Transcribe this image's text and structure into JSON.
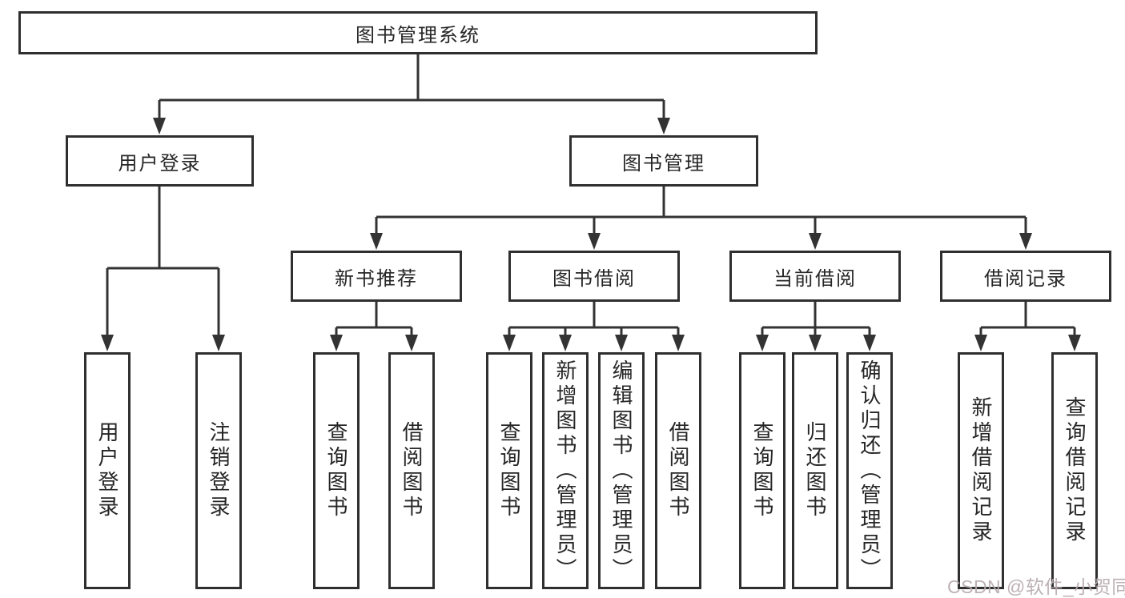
{
  "diagram": {
    "title_node": "figure-tree",
    "root": {
      "label": "图书管理系统"
    },
    "level2": [
      {
        "label": "用户登录"
      },
      {
        "label": "图书管理"
      }
    ],
    "level3": [
      {
        "label": "新书推荐"
      },
      {
        "label": "图书借阅"
      },
      {
        "label": "当前借阅"
      },
      {
        "label": "借阅记录"
      }
    ],
    "leaves": {
      "user_login": [
        "用户登录",
        "注销登录"
      ],
      "new_books": [
        "查询图书",
        "借阅图书"
      ],
      "book_borrow": [
        "查询图书",
        "新增图书（管理员）",
        "编辑图书（管理员）",
        "借阅图书"
      ],
      "current_borrow": [
        "查询图书",
        "归还图书",
        "确认归还（管理员）"
      ],
      "borrow_records": [
        "新增借阅记录",
        "查询借阅记录"
      ]
    }
  },
  "watermark": {
    "text": "CSDN @软件_小贺同学"
  },
  "colors": {
    "line": "#333333",
    "box_border": "#2f2f2f",
    "text": "#262626",
    "background": "#ffffff",
    "watermark": "#b7aab0"
  }
}
